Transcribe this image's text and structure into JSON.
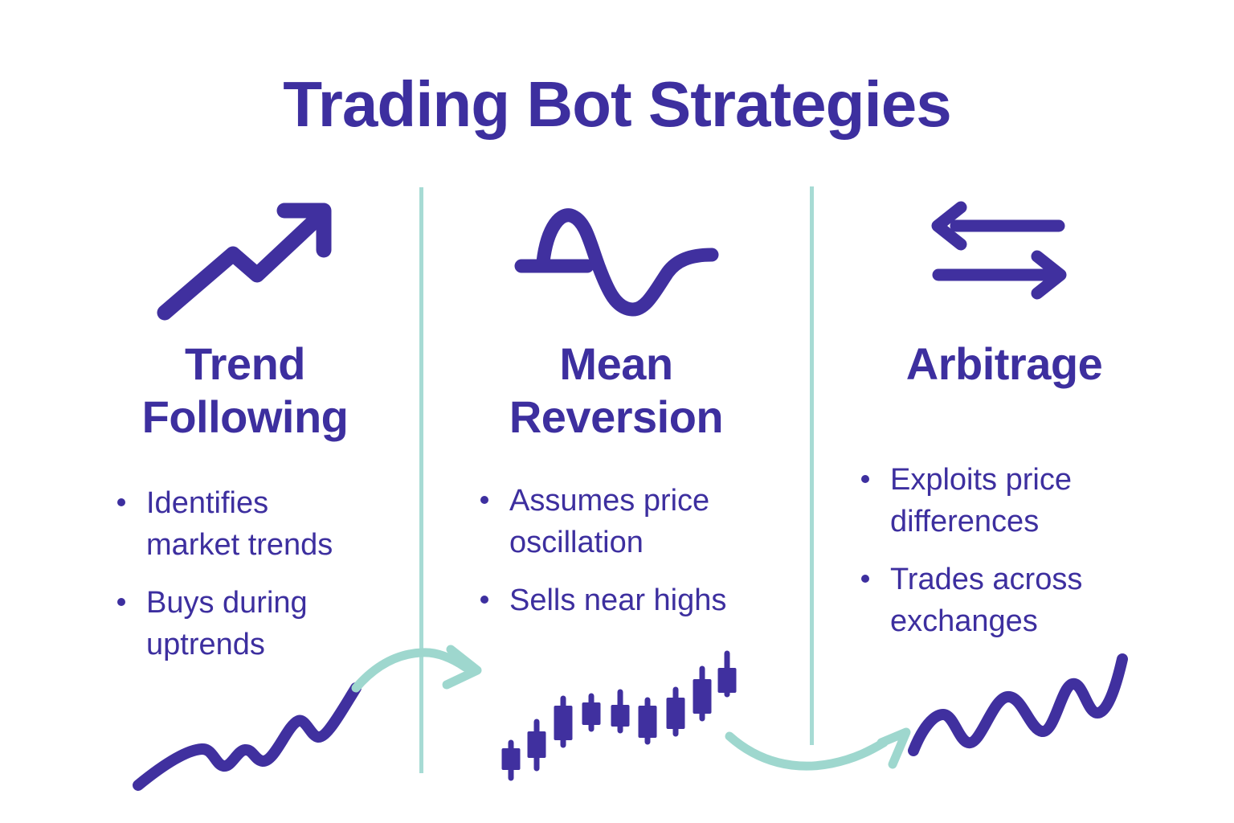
{
  "title": "Trading Bot Strategies",
  "colors": {
    "ink": "#3D2F9F",
    "graphic": "#40309F",
    "teal_divider": "#A7DBD4",
    "teal_arrow": "#9ED7CE",
    "background": "#FFFFFF"
  },
  "columns": [
    {
      "icon": "trend-arrow-icon",
      "heading": "Trend\nFollowing",
      "bullets": [
        "Identifies\nmarket trends",
        "Buys during\nuptrends"
      ]
    },
    {
      "icon": "sine-wave-icon",
      "heading": "Mean\nReversion",
      "bullets": [
        "Assumes price\noscillation",
        "Sells near highs"
      ]
    },
    {
      "icon": "swap-arrows-icon",
      "heading": "Arbitrage",
      "bullets": [
        "Exploits price\ndifferences",
        "Trades across\nexchanges"
      ]
    }
  ],
  "icons": {
    "trend-arrow-icon": "zigzag line with arrow pointing up-right",
    "sine-wave-icon": "sine wave crossing a horizontal mean line",
    "swap-arrows-icon": "two opposing horizontal arrows (left above, right below)",
    "uptrend-line-chart-left": "hand-drawn wavy line rising left to right",
    "candlestick-chart": "nine rising purple candlesticks",
    "uptrend-line-chart-right": "hand-drawn wavy line rising left to right",
    "flow-arrow-left": "teal curved connector arrow crossing first divider",
    "flow-arrow-right": "teal curved connector arrow pointing to right wavy line"
  }
}
